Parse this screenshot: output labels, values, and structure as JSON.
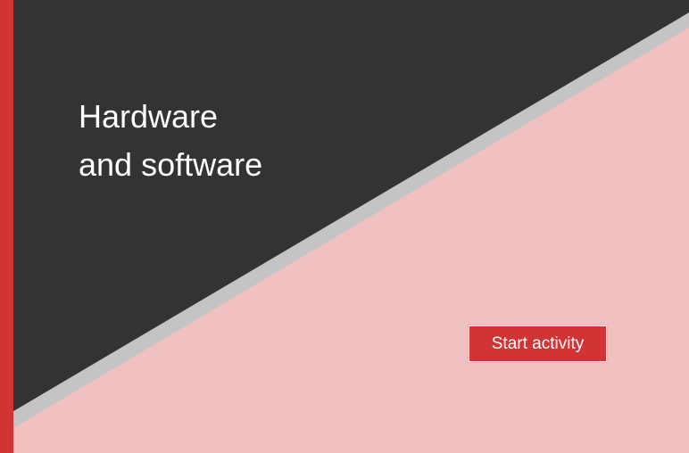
{
  "hero": {
    "title_line_1": "Hardware",
    "title_line_2": "and software"
  },
  "actions": {
    "start_label": "Start activity"
  },
  "colors": {
    "accent_red": "#d23435",
    "dark_panel": "#333333",
    "light_panel": "#f1c1c1",
    "divider_gray": "#c4c4c4",
    "text_white": "#ffffff"
  }
}
